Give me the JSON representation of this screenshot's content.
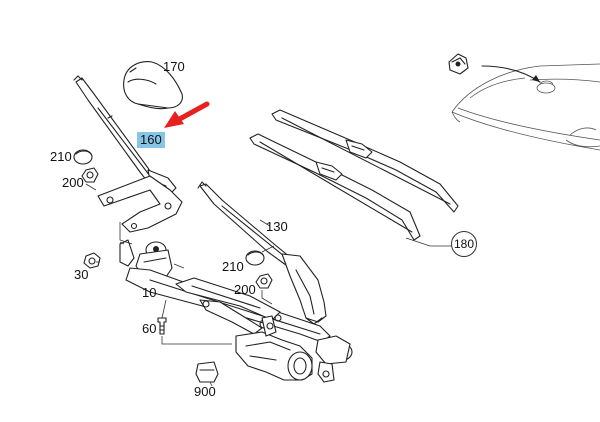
{
  "callouts": {
    "c170": "170",
    "c160": "160",
    "c210a": "210",
    "c200a": "200",
    "c130": "130",
    "c180": "180",
    "c210b": "210",
    "c200b": "200",
    "c30": "30",
    "c10": "10",
    "c60": "60",
    "c900": "900"
  },
  "colors": {
    "highlight": "#86c5e6",
    "arrow": "#e8201f",
    "lines": "#222222"
  }
}
